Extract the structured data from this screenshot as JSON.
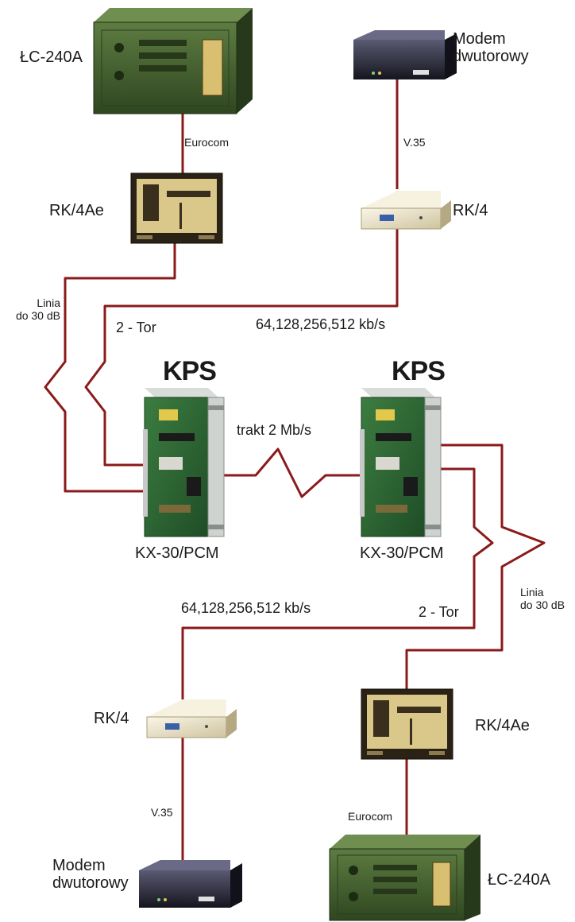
{
  "top": {
    "lc240a": "ŁC-240A",
    "eurocom": "Eurocom",
    "rk4ae": "RK/4Ae",
    "linia_line1": "Linia",
    "linia_line2": "do 30 dB",
    "modem_line1": "Modem",
    "modem_line2": "dwutorowy",
    "v35": "V.35",
    "rk4": "RK/4",
    "tor2": "2 - Tor",
    "speeds": "64,128,256,512 kb/s"
  },
  "middle": {
    "kps_left": "KPS",
    "kps_right": "KPS",
    "trakt": "trakt 2 Mb/s",
    "kx_left": "KX-30/PCM",
    "kx_right": "KX-30/PCM"
  },
  "bottom": {
    "speeds": "64,128,256,512 kb/s",
    "tor2": "2 - Tor",
    "linia_line1": "Linia",
    "linia_line2": "do 30 dB",
    "rk4": "RK/4",
    "rk4ae": "RK/4Ae",
    "v35": "V.35",
    "eurocom": "Eurocom",
    "modem_line1": "Modem",
    "modem_line2": "dwutorowy",
    "lc240a": "ŁC-240A"
  },
  "colors": {
    "line": "#8b1a1a",
    "lc240a_body": "#3f5a2c",
    "rk4ae_body": "#2b2216",
    "rk4ae_panel": "#d9c88a",
    "rk4_body": "#ece4c9",
    "modem_body": "#2a2a3a",
    "card_pcb": "#2f6a35",
    "card_panel": "#cfd3d0"
  }
}
